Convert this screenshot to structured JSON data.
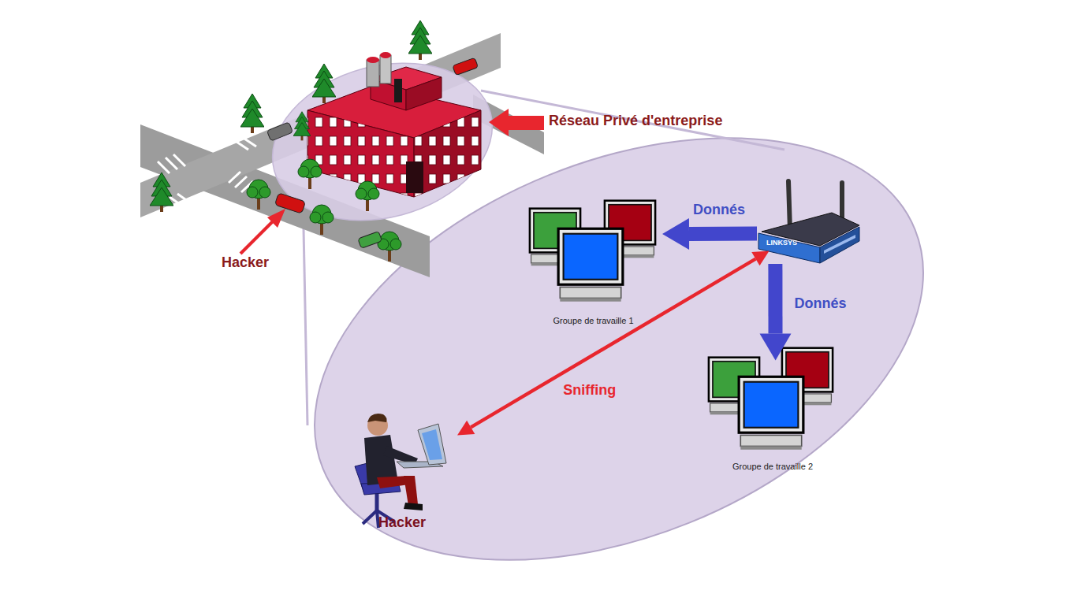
{
  "diagram": {
    "nodes": [
      {
        "text": [
          "LINKSYS"
        ]
      },
      {
        "text": [
          "Groupe de travaille 1"
        ]
      },
      {
        "text": [
          "Groupe de travaille 2"
        ]
      },
      {
        "text": [
          "Hacker"
        ]
      }
    ],
    "edges": [
      {
        "from": 0,
        "to": 1,
        "arrow": "to",
        "label": "Donnés"
      },
      {
        "from": 0,
        "to": 2,
        "arrow": "to",
        "label": "Donnés"
      },
      {
        "from": 0,
        "to": 3,
        "arrow": "both",
        "label": "Sniffing"
      }
    ],
    "labels": [
      "Réseau Privé d'entreprise",
      "Hacker"
    ]
  }
}
